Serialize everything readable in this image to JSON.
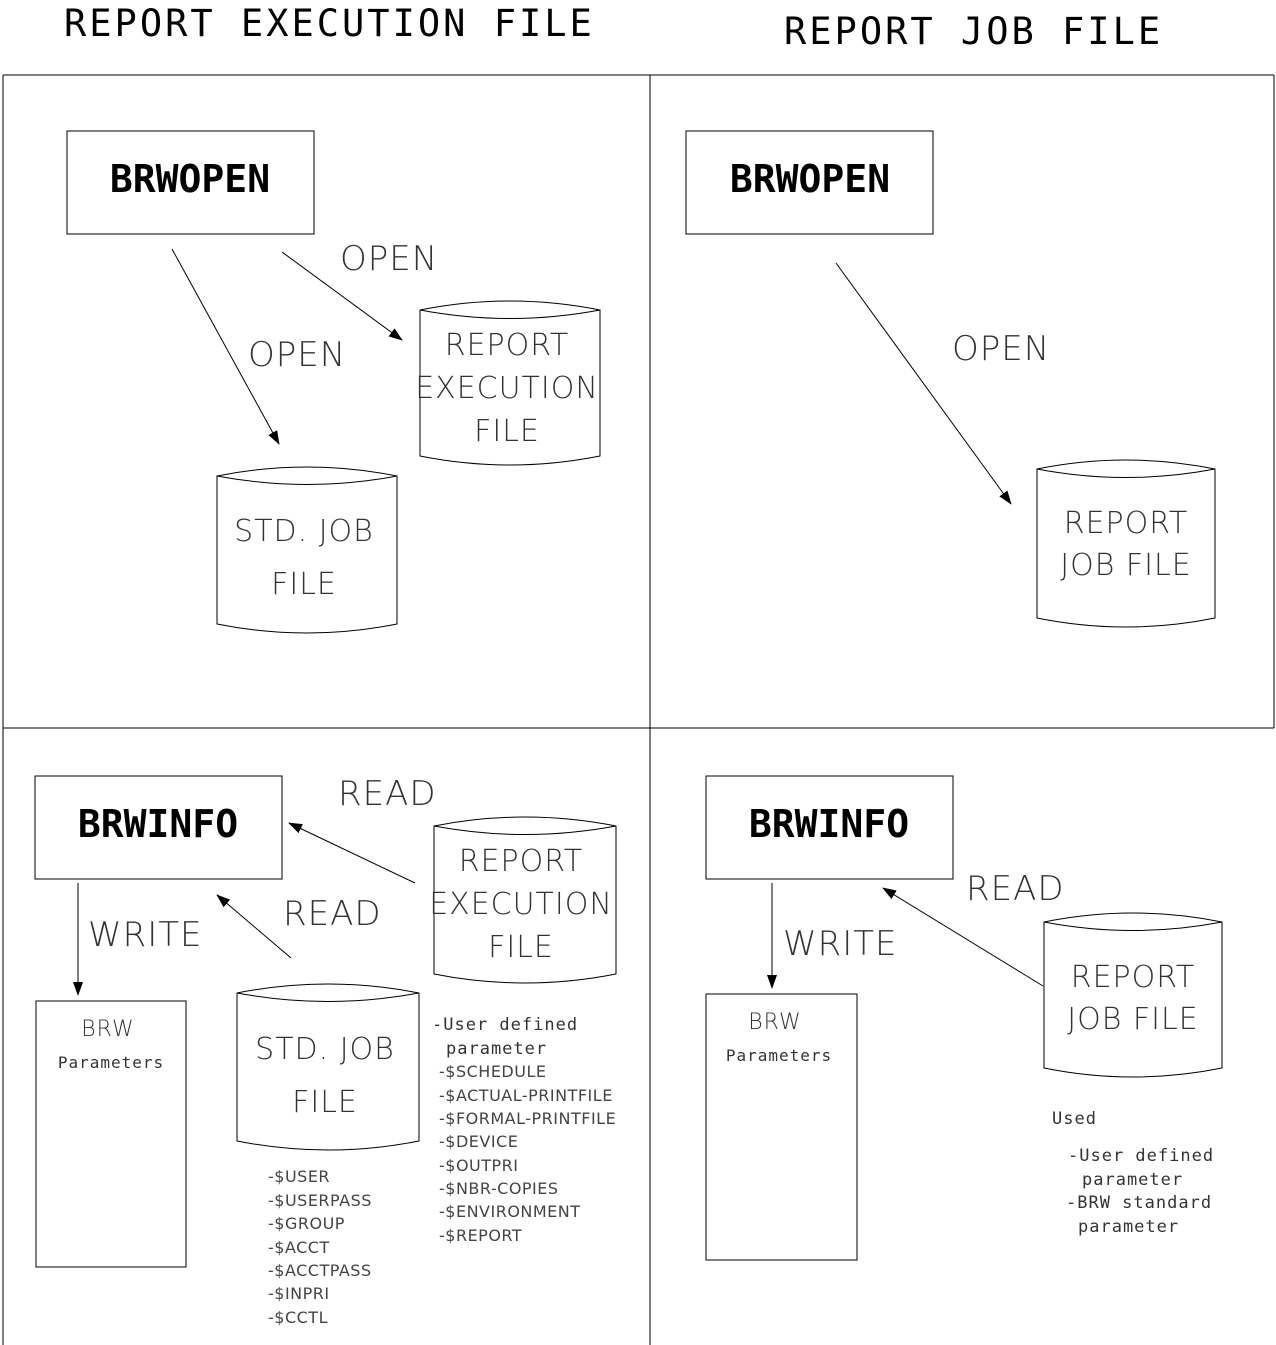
{
  "headers": {
    "left": "REPORT EXECUTION FILE",
    "right": "REPORT JOB FILE"
  },
  "q1": {
    "process": "BRWOPEN",
    "arrow_exec_label": "OPEN",
    "arrow_std_label": "OPEN",
    "exec_file": [
      "REPORT",
      "EXECUTION",
      "FILE"
    ],
    "std_file": [
      "STD. JOB",
      "FILE"
    ]
  },
  "q2": {
    "process": "BRWOPEN",
    "arrow_label": "OPEN",
    "job_file": [
      "REPORT",
      "JOB FILE"
    ]
  },
  "q3": {
    "process": "BRWINFO",
    "read_exec_label": "READ",
    "read_std_label": "READ",
    "write_label": "WRITE",
    "exec_file": [
      "REPORT",
      "EXECUTION",
      "FILE"
    ],
    "std_file": [
      "STD. JOB",
      "FILE"
    ],
    "brw_box": {
      "title": "BRW",
      "subtitle": "Parameters"
    },
    "std_params": [
      "-$USER",
      "-$USERPASS",
      "-$GROUP",
      "-$ACCT",
      "-$ACCTPASS",
      "-$INPRI",
      "-$CCTL"
    ],
    "exec_params_head": [
      "-User defined",
      "parameter"
    ],
    "exec_params": [
      "-$SCHEDULE",
      "-$ACTUAL-PRINTFILE",
      "-$FORMAL-PRINTFILE",
      "-$DEVICE",
      "-$OUTPRI",
      "-$NBR-COPIES",
      "-$ENVIRONMENT",
      "-$REPORT"
    ]
  },
  "q4": {
    "process": "BRWINFO",
    "read_label": "READ",
    "write_label": "WRITE",
    "job_file": [
      "REPORT",
      "JOB FILE"
    ],
    "brw_box": {
      "title": "BRW",
      "subtitle": "Parameters"
    },
    "used_label": "Used",
    "used_items": [
      "-User defined",
      "parameter",
      "-BRW standard",
      "parameter"
    ]
  }
}
